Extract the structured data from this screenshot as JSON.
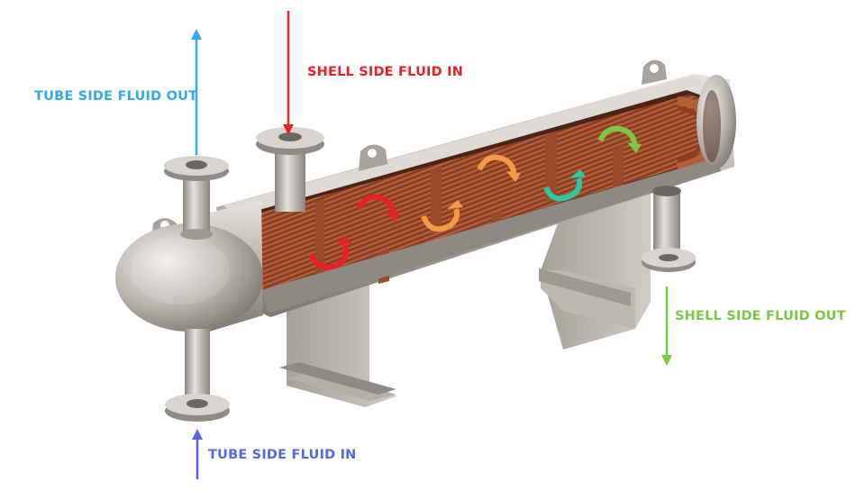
{
  "labels": {
    "tube_side_fluid_out": "TUBE SIDE FLUID OUT",
    "shell_side_fluid_in": "SHELL SIDE FLUID IN",
    "shell_side_fluid_out": "SHELL SIDE FLUID OUT",
    "tube_side_fluid_in": "TUBE SIDE FLUID IN"
  },
  "colors": {
    "tube_out": "#35a8ea",
    "shell_in": "#e8202a",
    "shell_out": "#7ac943",
    "tube_in": "#5a63e0",
    "metal_light": "#d9d6d1",
    "metal_mid": "#a9a49d",
    "metal_dark": "#6f6a64",
    "tubes": "#8a3f22",
    "tubes_light": "#c2703e",
    "baffle": "#9a4a2a"
  },
  "flow_arrows": [
    {
      "color": "#e8202a",
      "direction": "counterclockwise"
    },
    {
      "color": "#e8202a",
      "direction": "clockwise"
    },
    {
      "color": "#f59a45",
      "direction": "counterclockwise"
    },
    {
      "color": "#f59a45",
      "direction": "clockwise"
    },
    {
      "color": "#2cc9a0",
      "direction": "counterclockwise"
    },
    {
      "color": "#7ac943",
      "direction": "clockwise"
    }
  ]
}
